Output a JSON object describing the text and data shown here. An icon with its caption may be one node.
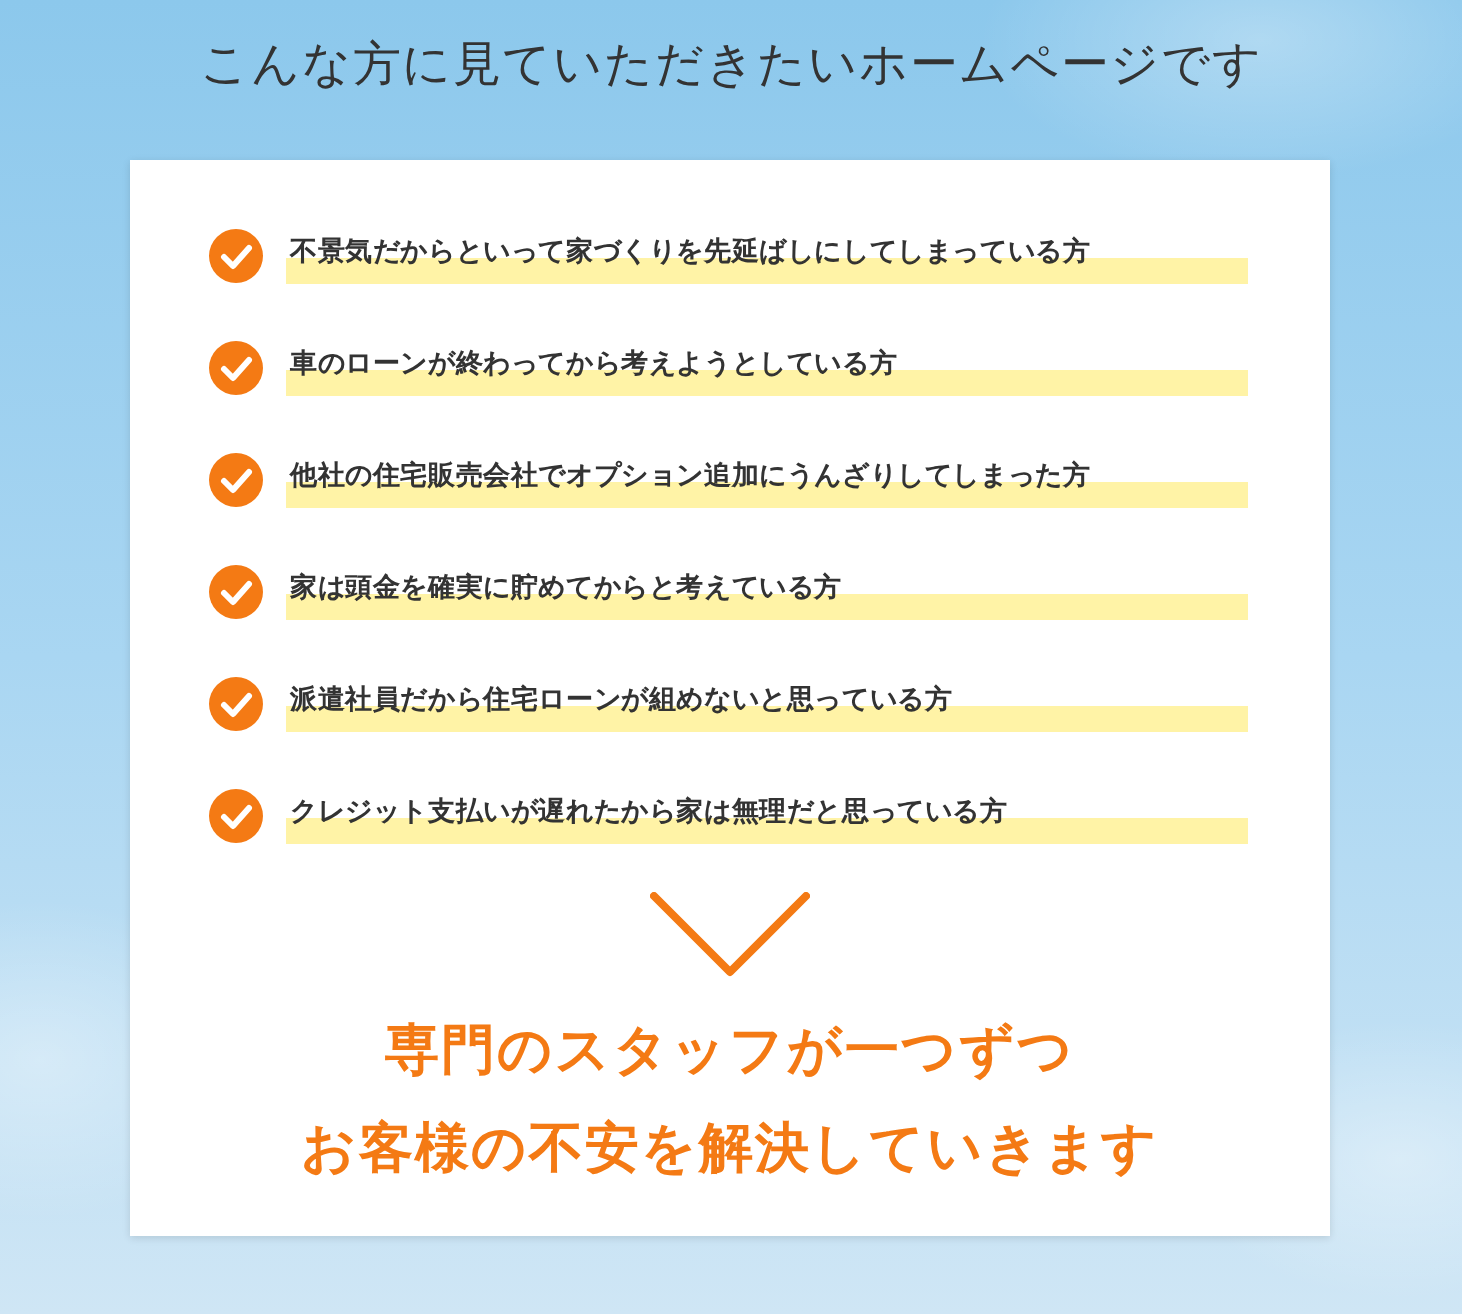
{
  "diagram": {
    "title": "こんな方に見ていただきたいホームページです",
    "nodes": [
      {
        "text": [
          "専門のスタッフが一つずつ",
          "お客様の不安を解決していきます"
        ]
      },
      {
        "text": [
          "不景気だからといって家づくりを先延ばしにしてしまっている方"
        ],
        "in": 0
      },
      {
        "text": [
          "車のローンが終わってから考えようとしている方"
        ],
        "in": 0
      },
      {
        "text": [
          "他社の住宅販売会社でオプション追加にうんざりしてしまった方"
        ],
        "in": 0
      },
      {
        "text": [
          "家は頭金を確実に貯めてからと考えている方"
        ],
        "in": 0
      },
      {
        "text": [
          "派遣社員だから住宅ローンが組めないと思っている方"
        ],
        "in": 0
      },
      {
        "text": [
          "クレジット支払いが遅れたから家は無理だと思っている方"
        ],
        "in": 0
      }
    ]
  }
}
